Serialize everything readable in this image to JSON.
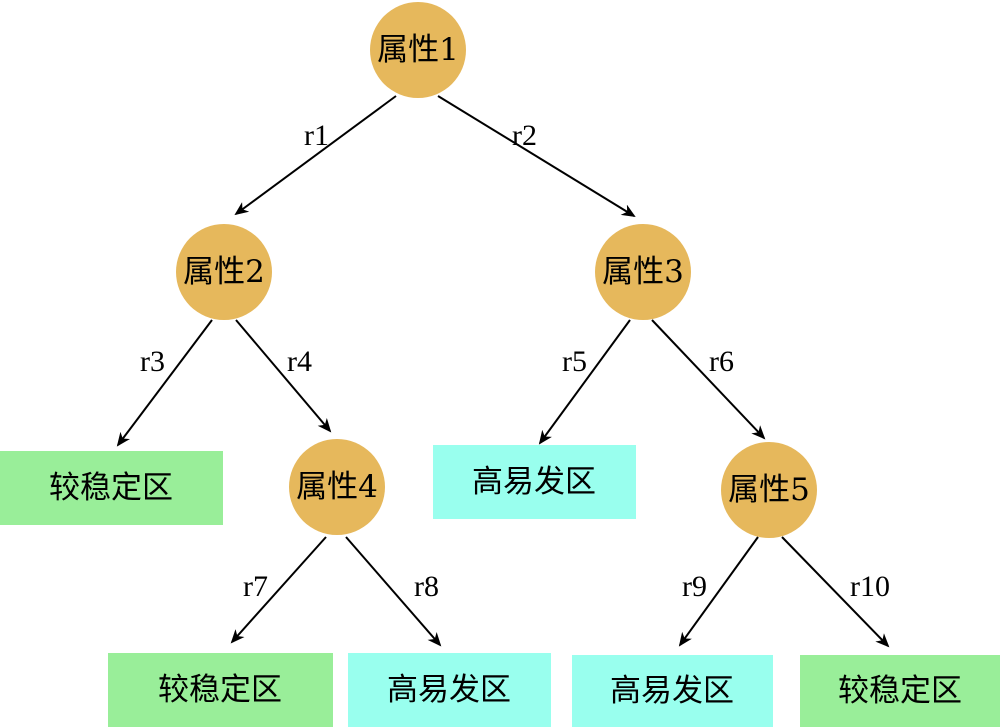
{
  "colors": {
    "node_fill": "#E6B85C",
    "stable_fill": "#99EE99",
    "prone_fill": "#99FFEE",
    "line": "#000000"
  },
  "nodes": {
    "n1": {
      "label": "属性1"
    },
    "n2": {
      "label": "属性2"
    },
    "n3": {
      "label": "属性3"
    },
    "n4": {
      "label": "属性4"
    },
    "n5": {
      "label": "属性5"
    }
  },
  "leaves": {
    "l1": {
      "label": "较稳定区",
      "category": "stable"
    },
    "l2": {
      "label": "高易发区",
      "category": "prone"
    },
    "l3": {
      "label": "较稳定区",
      "category": "stable"
    },
    "l4": {
      "label": "高易发区",
      "category": "prone"
    },
    "l5": {
      "label": "高易发区",
      "category": "prone"
    },
    "l6": {
      "label": "较稳定区",
      "category": "stable"
    }
  },
  "edges": {
    "r1": {
      "label": "r1",
      "from": "n1",
      "to": "n2"
    },
    "r2": {
      "label": "r2",
      "from": "n1",
      "to": "n3"
    },
    "r3": {
      "label": "r3",
      "from": "n2",
      "to": "l1"
    },
    "r4": {
      "label": "r4",
      "from": "n2",
      "to": "n4"
    },
    "r5": {
      "label": "r5",
      "from": "n3",
      "to": "l2"
    },
    "r6": {
      "label": "r6",
      "from": "n3",
      "to": "n5"
    },
    "r7": {
      "label": "r7",
      "from": "n4",
      "to": "l3"
    },
    "r8": {
      "label": "r8",
      "from": "n4",
      "to": "l4"
    },
    "r9": {
      "label": "r9",
      "from": "n5",
      "to": "l5"
    },
    "r10": {
      "label": "r10",
      "from": "n5",
      "to": "l6"
    }
  }
}
